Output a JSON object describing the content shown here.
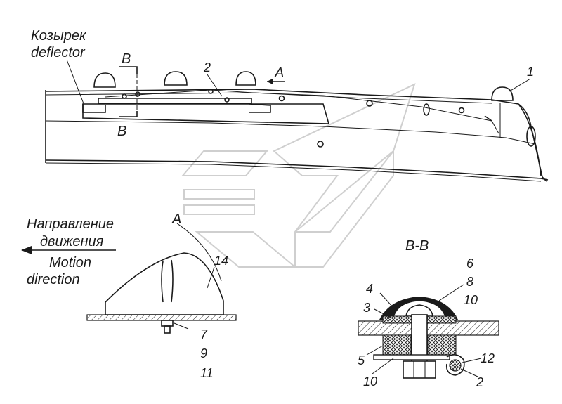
{
  "labels": {
    "deflector_ru": "Козырек",
    "deflector_en": "deflector",
    "section_mark": "B",
    "view_mark": "A",
    "direction_ru_1": "Направление",
    "direction_ru_2": "движения",
    "direction_en_1": "Motion",
    "direction_en_2": "direction",
    "section_title": "B-B"
  },
  "callouts": {
    "n1": "1",
    "n2": "2",
    "n2b": "2",
    "n3": "3",
    "n4": "4",
    "n5": "5",
    "n6": "6",
    "n7": "7",
    "n8": "8",
    "n9": "9",
    "n10a": "10",
    "n10b": "10",
    "n11": "11",
    "n12": "12",
    "n14": "14"
  }
}
